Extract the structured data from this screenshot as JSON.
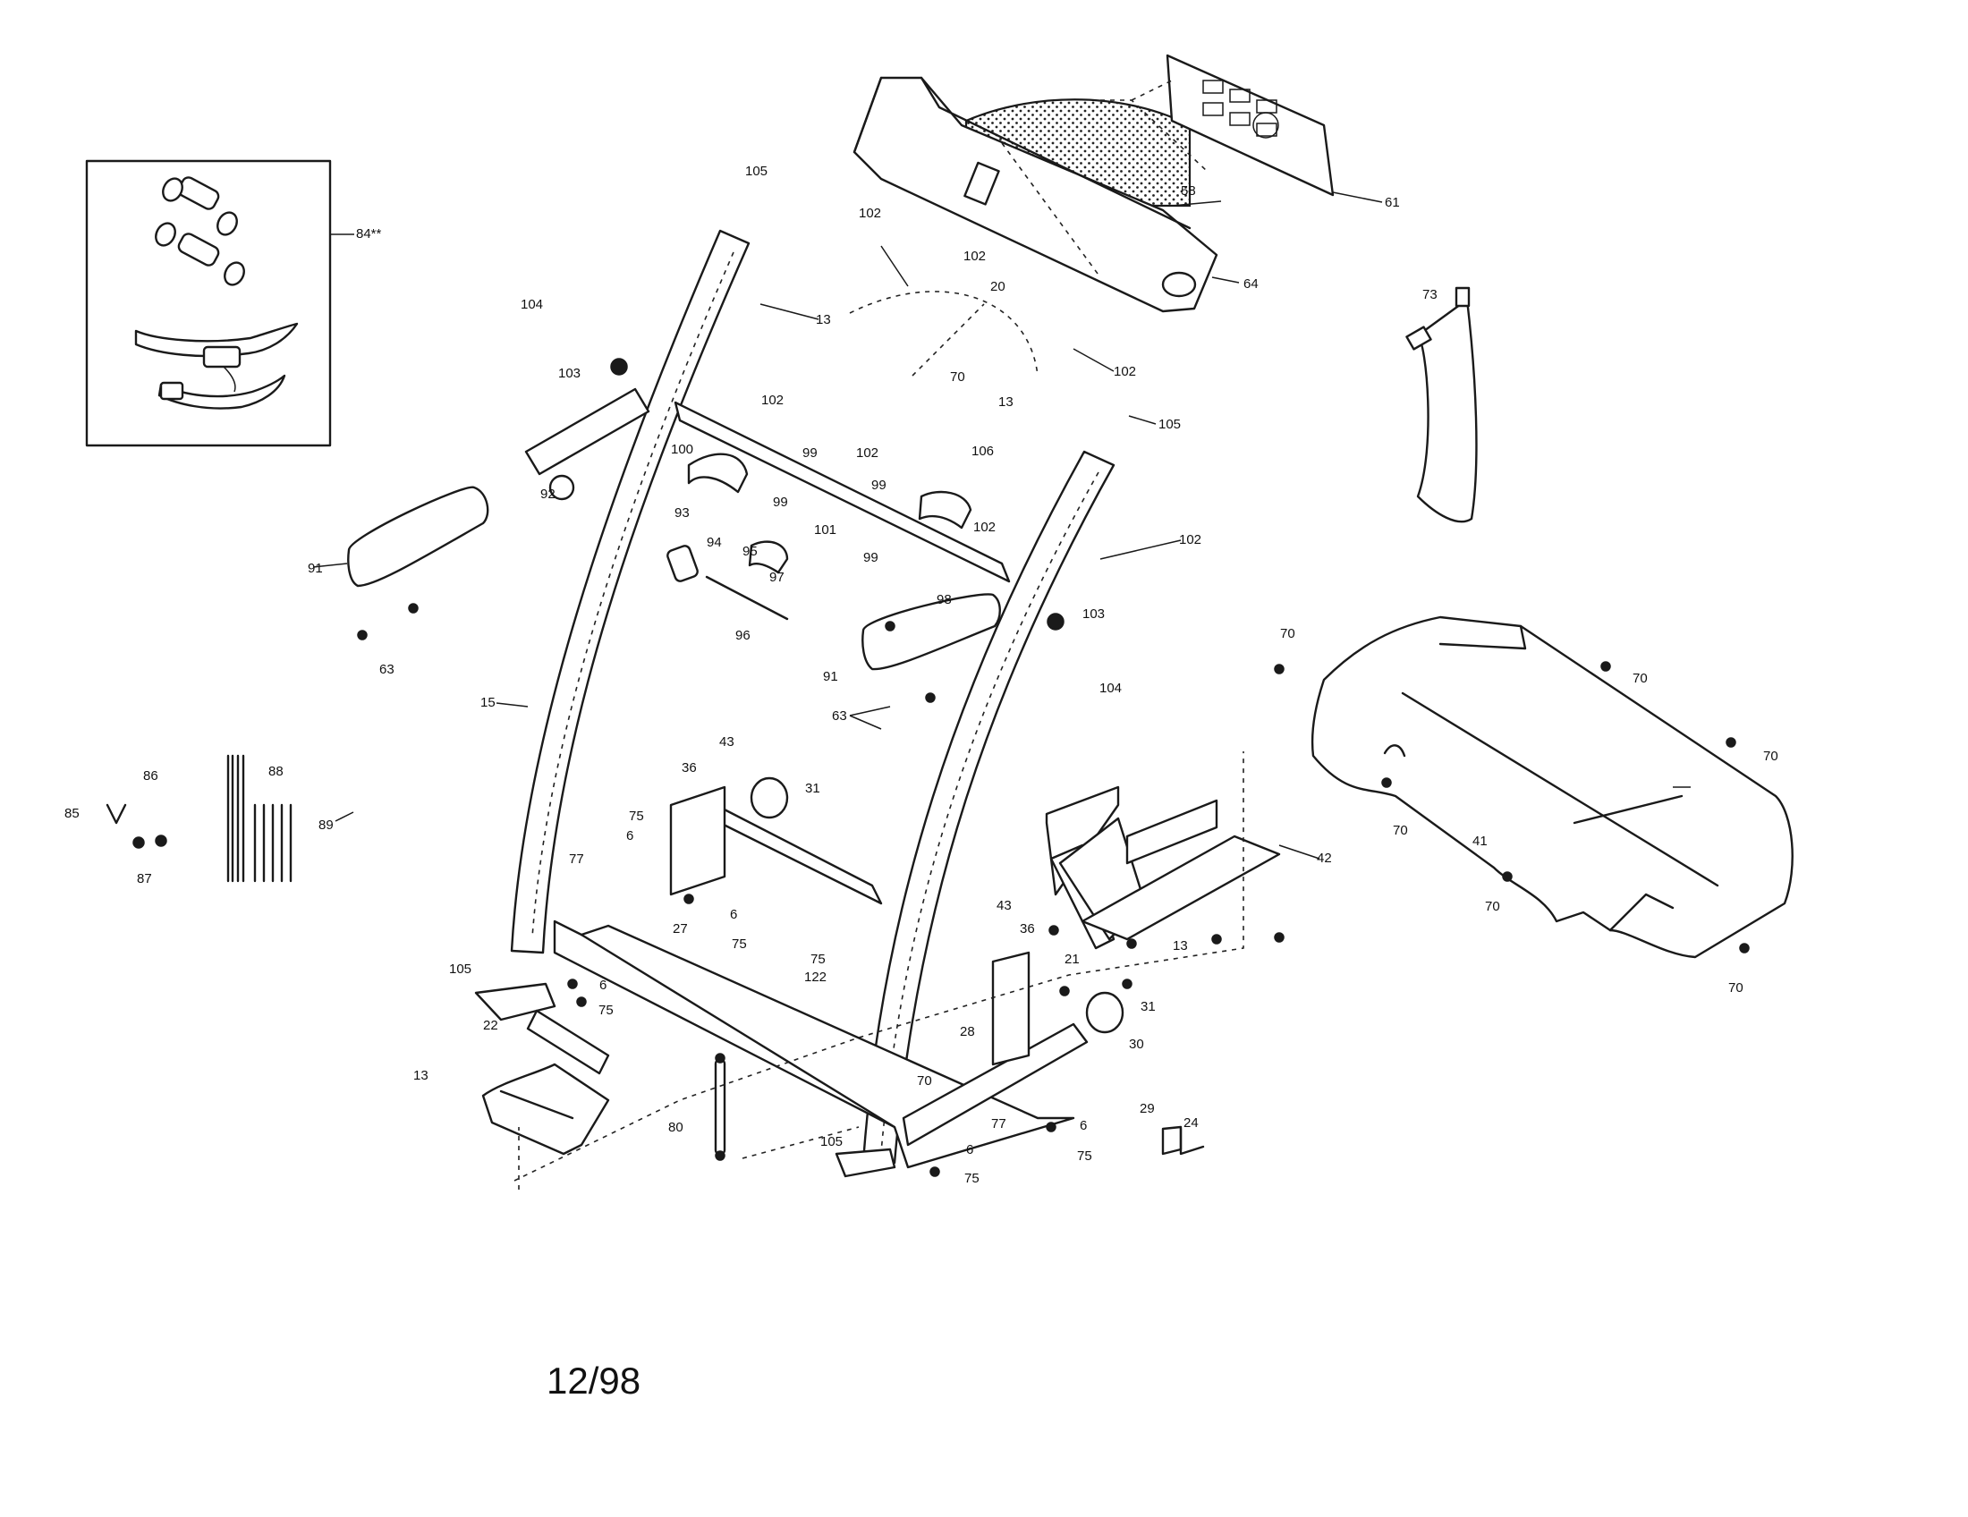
{
  "diagram": {
    "date_label": "12/98",
    "labels": [
      {
        "id": "p105a",
        "text": "105"
      },
      {
        "id": "p102a",
        "text": "102"
      },
      {
        "id": "p102b",
        "text": "102"
      },
      {
        "id": "p58",
        "text": "58"
      },
      {
        "id": "p61",
        "text": "61"
      },
      {
        "id": "p64",
        "text": "64"
      },
      {
        "id": "p20",
        "text": "20"
      },
      {
        "id": "p13a",
        "text": "13"
      },
      {
        "id": "p102c",
        "text": "102"
      },
      {
        "id": "p104a",
        "text": "104"
      },
      {
        "id": "p103a",
        "text": "103"
      },
      {
        "id": "p84",
        "text": "84**"
      },
      {
        "id": "p73",
        "text": "73"
      },
      {
        "id": "p70a",
        "text": "70"
      },
      {
        "id": "p13b",
        "text": "13"
      },
      {
        "id": "p105b",
        "text": "105"
      },
      {
        "id": "p102d",
        "text": "102"
      },
      {
        "id": "p99a",
        "text": "99"
      },
      {
        "id": "p102e",
        "text": "102"
      },
      {
        "id": "p100",
        "text": "100"
      },
      {
        "id": "p106",
        "text": "106"
      },
      {
        "id": "p99b",
        "text": "99"
      },
      {
        "id": "p99c",
        "text": "99"
      },
      {
        "id": "p101",
        "text": "101"
      },
      {
        "id": "p102f",
        "text": "102"
      },
      {
        "id": "p102g",
        "text": "102"
      },
      {
        "id": "p92",
        "text": "92"
      },
      {
        "id": "p93",
        "text": "93"
      },
      {
        "id": "p94",
        "text": "94"
      },
      {
        "id": "p95",
        "text": "95"
      },
      {
        "id": "p97",
        "text": "97"
      },
      {
        "id": "p96",
        "text": "96"
      },
      {
        "id": "p99d",
        "text": "99"
      },
      {
        "id": "p98",
        "text": "98"
      },
      {
        "id": "p91a",
        "text": "91"
      },
      {
        "id": "p63a",
        "text": "63"
      },
      {
        "id": "p103b",
        "text": "103"
      },
      {
        "id": "p104b",
        "text": "104"
      },
      {
        "id": "p91b",
        "text": "91"
      },
      {
        "id": "p63b",
        "text": "63"
      },
      {
        "id": "p15",
        "text": "15"
      },
      {
        "id": "p70b",
        "text": "70"
      },
      {
        "id": "p70c",
        "text": "70"
      },
      {
        "id": "p70d",
        "text": "70"
      },
      {
        "id": "p70e",
        "text": "70"
      },
      {
        "id": "p41",
        "text": "41"
      },
      {
        "id": "p70f",
        "text": "70"
      },
      {
        "id": "p70g",
        "text": "70"
      },
      {
        "id": "p88",
        "text": "88"
      },
      {
        "id": "p86",
        "text": "86"
      },
      {
        "id": "p85",
        "text": "85"
      },
      {
        "id": "p89",
        "text": "89"
      },
      {
        "id": "p87",
        "text": "87"
      },
      {
        "id": "p36a",
        "text": "36"
      },
      {
        "id": "p43a",
        "text": "43"
      },
      {
        "id": "p31a",
        "text": "31"
      },
      {
        "id": "p75a",
        "text": "75"
      },
      {
        "id": "p6a",
        "text": "6"
      },
      {
        "id": "p77a",
        "text": "77"
      },
      {
        "id": "p42",
        "text": "42"
      },
      {
        "id": "p27",
        "text": "27"
      },
      {
        "id": "p6b",
        "text": "6"
      },
      {
        "id": "p75b",
        "text": "75"
      },
      {
        "id": "p43b",
        "text": "43"
      },
      {
        "id": "p36b",
        "text": "36"
      },
      {
        "id": "p13c",
        "text": "13"
      },
      {
        "id": "p105c",
        "text": "105"
      },
      {
        "id": "p6c",
        "text": "6"
      },
      {
        "id": "p75c",
        "text": "75"
      },
      {
        "id": "p75d",
        "text": "75"
      },
      {
        "id": "p122",
        "text": "122"
      },
      {
        "id": "p21",
        "text": "21"
      },
      {
        "id": "p31b",
        "text": "31"
      },
      {
        "id": "p22",
        "text": "22"
      },
      {
        "id": "p28",
        "text": "28"
      },
      {
        "id": "p30",
        "text": "30"
      },
      {
        "id": "p13d",
        "text": "13"
      },
      {
        "id": "p70h",
        "text": "70"
      },
      {
        "id": "p77b",
        "text": "77"
      },
      {
        "id": "p29",
        "text": "29"
      },
      {
        "id": "p24",
        "text": "24"
      },
      {
        "id": "p80",
        "text": "80"
      },
      {
        "id": "p6d",
        "text": "6"
      },
      {
        "id": "p105d",
        "text": "105"
      },
      {
        "id": "p6e",
        "text": "6"
      },
      {
        "id": "p75e",
        "text": "75"
      },
      {
        "id": "p75f",
        "text": "75"
      }
    ]
  }
}
